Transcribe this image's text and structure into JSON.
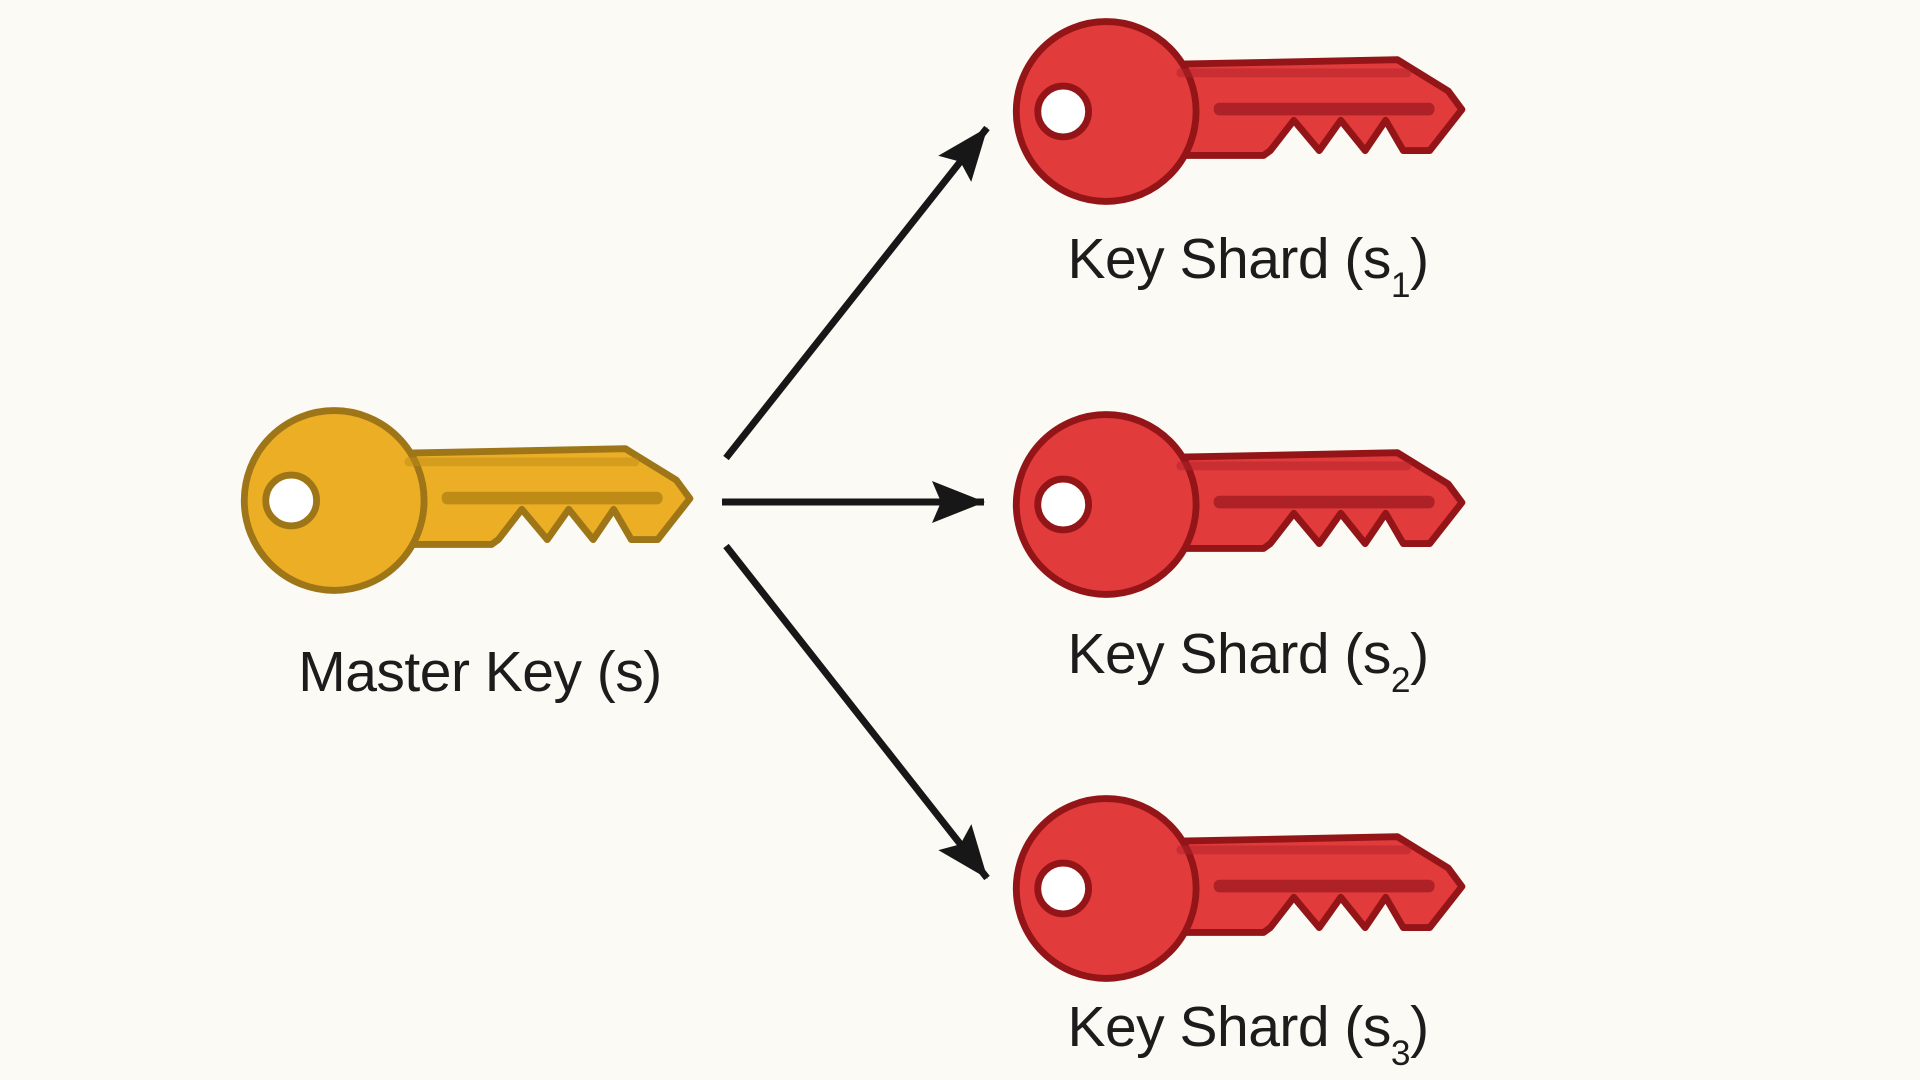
{
  "colors": {
    "bg": "#FBFAF5",
    "text": "#1C1C1C",
    "arrow": "#171717",
    "master_fill": "#EBAE25",
    "master_outline": "#9E7618",
    "master_stripe": "#BD8B16",
    "shard_fill": "#E23B3C",
    "shard_outline": "#941518",
    "shard_stripe": "#AD2127",
    "hole_fill": "#FFFFFF"
  },
  "nodes": {
    "master": {
      "icon": "gold-key-icon",
      "label_prefix": "Master Key (s",
      "label_subscript": "",
      "label_suffix": ")"
    },
    "shards": [
      {
        "icon": "red-key-icon",
        "label_prefix": "Key Shard (s",
        "label_subscript": "1",
        "label_suffix": ")"
      },
      {
        "icon": "red-key-icon",
        "label_prefix": "Key Shard (s",
        "label_subscript": "2",
        "label_suffix": ")"
      },
      {
        "icon": "red-key-icon",
        "label_prefix": "Key Shard (s",
        "label_subscript": "3",
        "label_suffix": ")"
      }
    ]
  },
  "edges": [
    {
      "from": "master-key",
      "to": "key-shard-1",
      "style": "black-arrow"
    },
    {
      "from": "master-key",
      "to": "key-shard-2",
      "style": "black-arrow"
    },
    {
      "from": "master-key",
      "to": "key-shard-3",
      "style": "black-arrow"
    }
  ]
}
